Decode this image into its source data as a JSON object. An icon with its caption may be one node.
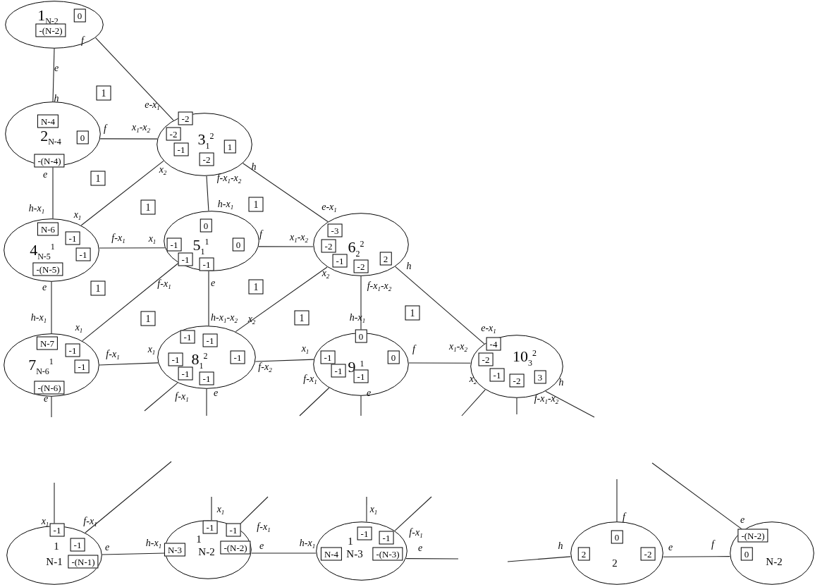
{
  "diagram": {
    "nodes": [
      {
        "text": [
          "1$_{N-2}$"
        ]
      },
      {
        "text": [
          "0"
        ],
        "in": 0
      },
      {
        "text": [
          "-(N-2)"
        ],
        "in": 0
      },
      {
        "text": [
          "1"
        ]
      },
      {
        "text": [
          "2$_{N-4}$"
        ]
      },
      {
        "text": [
          "N-4"
        ],
        "in": 4
      },
      {
        "text": [
          "0"
        ],
        "in": 4
      },
      {
        "text": [
          "-(N-4)"
        ],
        "in": 4
      },
      {
        "text": [
          "3$_{1}$$^{2}$"
        ]
      },
      {
        "text": [
          "-2"
        ],
        "in": 8
      },
      {
        "text": [
          "-2"
        ],
        "in": 8
      },
      {
        "text": [
          "-1"
        ],
        "in": 8
      },
      {
        "text": [
          "-2"
        ],
        "in": 8
      },
      {
        "text": [
          "1"
        ],
        "in": 8
      },
      {
        "text": [
          "1"
        ]
      },
      {
        "text": [
          "1"
        ]
      },
      {
        "text": [
          "1"
        ]
      },
      {
        "text": [
          "4$_{N-5}$$^{1}$"
        ]
      },
      {
        "text": [
          "N-6"
        ],
        "in": 17
      },
      {
        "text": [
          "-1"
        ],
        "in": 17
      },
      {
        "text": [
          "-1"
        ],
        "in": 17
      },
      {
        "text": [
          "-(N-5)"
        ],
        "in": 17
      },
      {
        "text": [
          "5$_{1}$$^{1}$"
        ]
      },
      {
        "text": [
          "0"
        ],
        "in": 22
      },
      {
        "text": [
          "-1"
        ],
        "in": 22
      },
      {
        "text": [
          "-1"
        ],
        "in": 22
      },
      {
        "text": [
          "-1"
        ],
        "in": 22
      },
      {
        "text": [
          "0"
        ],
        "in": 22
      },
      {
        "text": [
          "6$_{2}$$^{2}$"
        ]
      },
      {
        "text": [
          "-3"
        ],
        "in": 28
      },
      {
        "text": [
          "-2"
        ],
        "in": 28
      },
      {
        "text": [
          "-1"
        ],
        "in": 28
      },
      {
        "text": [
          "-2"
        ],
        "in": 28
      },
      {
        "text": [
          "2"
        ],
        "in": 28
      },
      {
        "text": [
          "1"
        ]
      },
      {
        "text": [
          "1"
        ]
      },
      {
        "text": [
          "1"
        ]
      },
      {
        "text": [
          "1"
        ]
      },
      {
        "text": [
          "1"
        ]
      },
      {
        "text": [
          "7$_{N-6}$$^{1}$"
        ]
      },
      {
        "text": [
          "N-7"
        ],
        "in": 39
      },
      {
        "text": [
          "-1"
        ],
        "in": 39
      },
      {
        "text": [
          "-1"
        ],
        "in": 39
      },
      {
        "text": [
          "-(N-6)"
        ],
        "in": 39
      },
      {
        "text": [
          "8$_{1}$$^{2}$"
        ]
      },
      {
        "text": [
          "-1"
        ],
        "in": 44
      },
      {
        "text": [
          "-1"
        ],
        "in": 44
      },
      {
        "text": [
          "-1"
        ],
        "in": 44
      },
      {
        "text": [
          "-1"
        ],
        "in": 44
      },
      {
        "text": [
          "-1"
        ],
        "in": 44
      },
      {
        "text": [
          "-1"
        ],
        "in": 44
      },
      {
        "text": [
          "9$_{1}$$^{1}$"
        ]
      },
      {
        "text": [
          "0"
        ],
        "in": 51
      },
      {
        "text": [
          "-1"
        ],
        "in": 51
      },
      {
        "text": [
          "-1"
        ],
        "in": 51
      },
      {
        "text": [
          "-1"
        ],
        "in": 51
      },
      {
        "text": [
          "0"
        ],
        "in": 51
      },
      {
        "text": [
          "10$_{3}$$^{2}$"
        ]
      },
      {
        "text": [
          "-4"
        ],
        "in": 57
      },
      {
        "text": [
          "-2"
        ],
        "in": 57
      },
      {
        "text": [
          "-1"
        ],
        "in": 57
      },
      {
        "text": [
          "-2"
        ],
        "in": 57
      },
      {
        "text": [
          "3"
        ],
        "in": 57
      },
      {
        "text": [
          "1",
          "N-1"
        ]
      },
      {
        "text": [
          "-1"
        ],
        "in": 63
      },
      {
        "text": [
          "-1"
        ],
        "in": 63
      },
      {
        "text": [
          "-(N-1)"
        ],
        "in": 63
      },
      {
        "text": [
          "1",
          "N-2"
        ]
      },
      {
        "text": [
          "N-3"
        ],
        "in": 67
      },
      {
        "text": [
          "-1"
        ],
        "in": 67
      },
      {
        "text": [
          "-1"
        ],
        "in": 67
      },
      {
        "text": [
          "-(N-2)"
        ],
        "in": 67
      },
      {
        "text": [
          "1",
          "N-3"
        ]
      },
      {
        "text": [
          "N-4"
        ],
        "in": 72
      },
      {
        "text": [
          "-1"
        ],
        "in": 72
      },
      {
        "text": [
          "-1"
        ],
        "in": 72
      },
      {
        "text": [
          "-(N-3)"
        ],
        "in": 72
      },
      {
        "text": [
          "2"
        ]
      },
      {
        "text": [
          "0"
        ],
        "in": 77
      },
      {
        "text": [
          "2"
        ],
        "in": 77
      },
      {
        "text": [
          "-2"
        ],
        "in": 77
      },
      {
        "text": [
          "N-2"
        ]
      },
      {
        "text": [
          "-(N-2)"
        ],
        "in": 81
      },
      {
        "text": [
          "0"
        ],
        "in": 81
      }
    ],
    "edges": [
      {
        "from": 0,
        "to": 4,
        "arrow": "none"
      },
      {
        "from": 0,
        "to": 8,
        "arrow": "none"
      },
      {
        "from": 4,
        "to": 8,
        "arrow": "none"
      },
      {
        "from": 4,
        "to": 17,
        "arrow": "none"
      },
      {
        "from": 8,
        "to": 17,
        "arrow": "none"
      },
      {
        "from": 8,
        "to": 22,
        "arrow": "none"
      },
      {
        "from": 8,
        "to": 28,
        "arrow": "none"
      },
      {
        "from": 17,
        "to": 22,
        "arrow": "none"
      },
      {
        "from": 17,
        "to": 39,
        "arrow": "none"
      },
      {
        "from": 22,
        "to": 28,
        "arrow": "none"
      },
      {
        "from": 22,
        "to": 39,
        "arrow": "none"
      },
      {
        "from": 22,
        "to": 44,
        "arrow": "none"
      },
      {
        "from": 28,
        "to": 44,
        "arrow": "none"
      },
      {
        "from": 28,
        "to": 51,
        "arrow": "none"
      },
      {
        "from": 28,
        "to": 57,
        "arrow": "none"
      },
      {
        "from": 39,
        "to": 44,
        "arrow": "none"
      },
      {
        "from": 44,
        "to": 51,
        "arrow": "none"
      },
      {
        "from": 51,
        "to": 57,
        "arrow": "none"
      },
      {
        "from": 39,
        "to": null,
        "arrow": "none"
      },
      {
        "from": 44,
        "to": null,
        "arrow": "none"
      },
      {
        "from": 44,
        "to": null,
        "arrow": "none"
      },
      {
        "from": 51,
        "to": null,
        "arrow": "none"
      },
      {
        "from": 51,
        "to": null,
        "arrow": "none"
      },
      {
        "from": 57,
        "to": null,
        "arrow": "none"
      },
      {
        "from": 57,
        "to": null,
        "arrow": "none"
      },
      {
        "from": 57,
        "to": null,
        "arrow": "none"
      },
      {
        "from": 63,
        "to": null,
        "arrow": "none"
      },
      {
        "from": 63,
        "to": null,
        "arrow": "none"
      },
      {
        "from": 63,
        "to": 67,
        "arrow": "none"
      },
      {
        "from": 67,
        "to": null,
        "arrow": "none"
      },
      {
        "from": 67,
        "to": null,
        "arrow": "none"
      },
      {
        "from": 67,
        "to": 72,
        "arrow": "none"
      },
      {
        "from": 72,
        "to": null,
        "arrow": "none"
      },
      {
        "from": 72,
        "to": null,
        "arrow": "none"
      },
      {
        "from": 72,
        "to": null,
        "arrow": "none"
      },
      {
        "from": 77,
        "to": null,
        "arrow": "none"
      },
      {
        "from": 77,
        "to": null,
        "arrow": "none"
      },
      {
        "from": 77,
        "to": 81,
        "arrow": "none"
      },
      {
        "from": 81,
        "to": null,
        "arrow": "none"
      }
    ],
    "labels": [
      "f",
      "e",
      "h",
      "e-x$_{1}$",
      "f",
      "x$_{1}$-x$_{2}$",
      "h",
      "x$_{2}$",
      "e",
      "f-x$_{1}$-x$_{2}$",
      "h-x$_{1}$",
      "e-x$_{1}$",
      "h-x$_{1}$",
      "x$_{1}$",
      "f",
      "x$_{1}$-x$_{2}$",
      "f-x$_{1}$",
      "x$_{1}$",
      "h",
      "x$_{2}$",
      "e",
      "e",
      "f-x$_{1}$",
      "f-x$_{1}$-x$_{2}$",
      "h-x$_{1}$",
      "h-x$_{1}$-x$_{2}$",
      "x$_{2}$",
      "h-x$_{1}$",
      "x$_{1}$",
      "e-x$_{1}$",
      "x$_{1}$",
      "x$_{1}$",
      "f",
      "x$_{1}$-x$_{2}$",
      "f-x$_{1}$",
      "f-x$_{2}$",
      "f-x$_{1}$",
      "x$_{2}$",
      "h",
      "f-x$_{1}$",
      "e",
      "e",
      "e",
      "f-x$_{1}$-x$_{2}$",
      "x$_{1}$",
      "x$_{1}$",
      "f",
      "x$_{1}$",
      "f-x$_{1}$",
      "f-x$_{1}$",
      "f-x$_{1}$",
      "e",
      "h-x$_{1}$",
      "h-x$_{1}$",
      "h",
      "e",
      "e",
      "e",
      "f",
      "e"
    ]
  }
}
